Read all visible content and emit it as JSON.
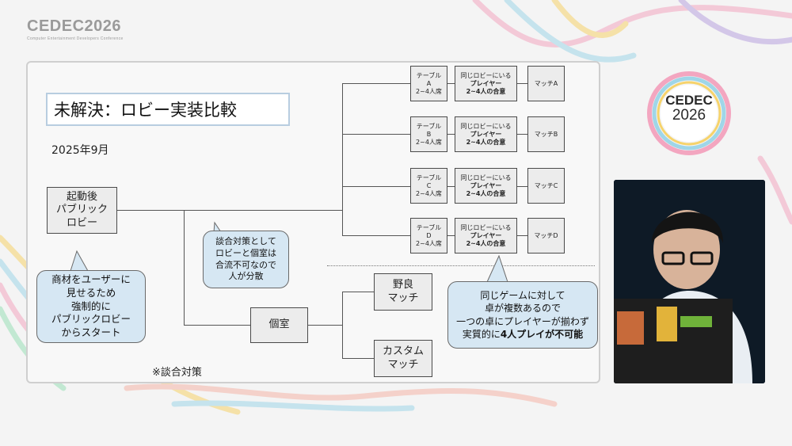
{
  "conference": {
    "name": "CEDEC2026",
    "subtitle": "Computer Entertainment Developers Conference",
    "badge_top": "CEDEC",
    "badge_bottom": "2026"
  },
  "slide": {
    "title": "未解決：ロビー実装比較",
    "date": "2025年9月",
    "note": "※談合対策",
    "root_node": "起動後\nパブリック\nロビー",
    "private_node": "個室",
    "nora_node": "野良\nマッチ",
    "custom_node": "カスタム\nマッチ",
    "tables": [
      {
        "table": "テーブル\nA\n2~4人席",
        "lobby_line1": "同じロビーにいる",
        "lobby_line2": "プレイヤー",
        "lobby_line3": "2~4人の合意",
        "match": "マッチA"
      },
      {
        "table": "テーブル\nB\n2~4人席",
        "lobby_line1": "同じロビーにいる",
        "lobby_line2": "プレイヤー",
        "lobby_line3": "2~4人の合意",
        "match": "マッチB"
      },
      {
        "table": "テーブル\nC\n2~4人席",
        "lobby_line1": "同じロビーにいる",
        "lobby_line2": "プレイヤー",
        "lobby_line3": "2~4人の合意",
        "match": "マッチC"
      },
      {
        "table": "テーブル\nD\n2~4人席",
        "lobby_line1": "同じロビーにいる",
        "lobby_line2": "プレイヤー",
        "lobby_line3": "2~4人の合意",
        "match": "マッチD"
      }
    ],
    "bubbles": {
      "left": "商材をユーザーに\n見せるため\n強制的に\nパブリックロビー\nからスタート",
      "middle": "談合対策として\nロビーと個室は\n合流不可なので\n人が分散",
      "right_line1": "同じゲームに対して",
      "right_line2": "卓が複数あるので",
      "right_line3": "一つの卓にプレイヤーが揃わず",
      "right_line4_prefix": "実質的に",
      "right_line4_bold": "4人プレイが不可能"
    }
  },
  "colors": {
    "bubble": "#d6e7f3",
    "node": "#ececec",
    "title_border": "#b8cde0",
    "background": "#f4f4f4"
  }
}
